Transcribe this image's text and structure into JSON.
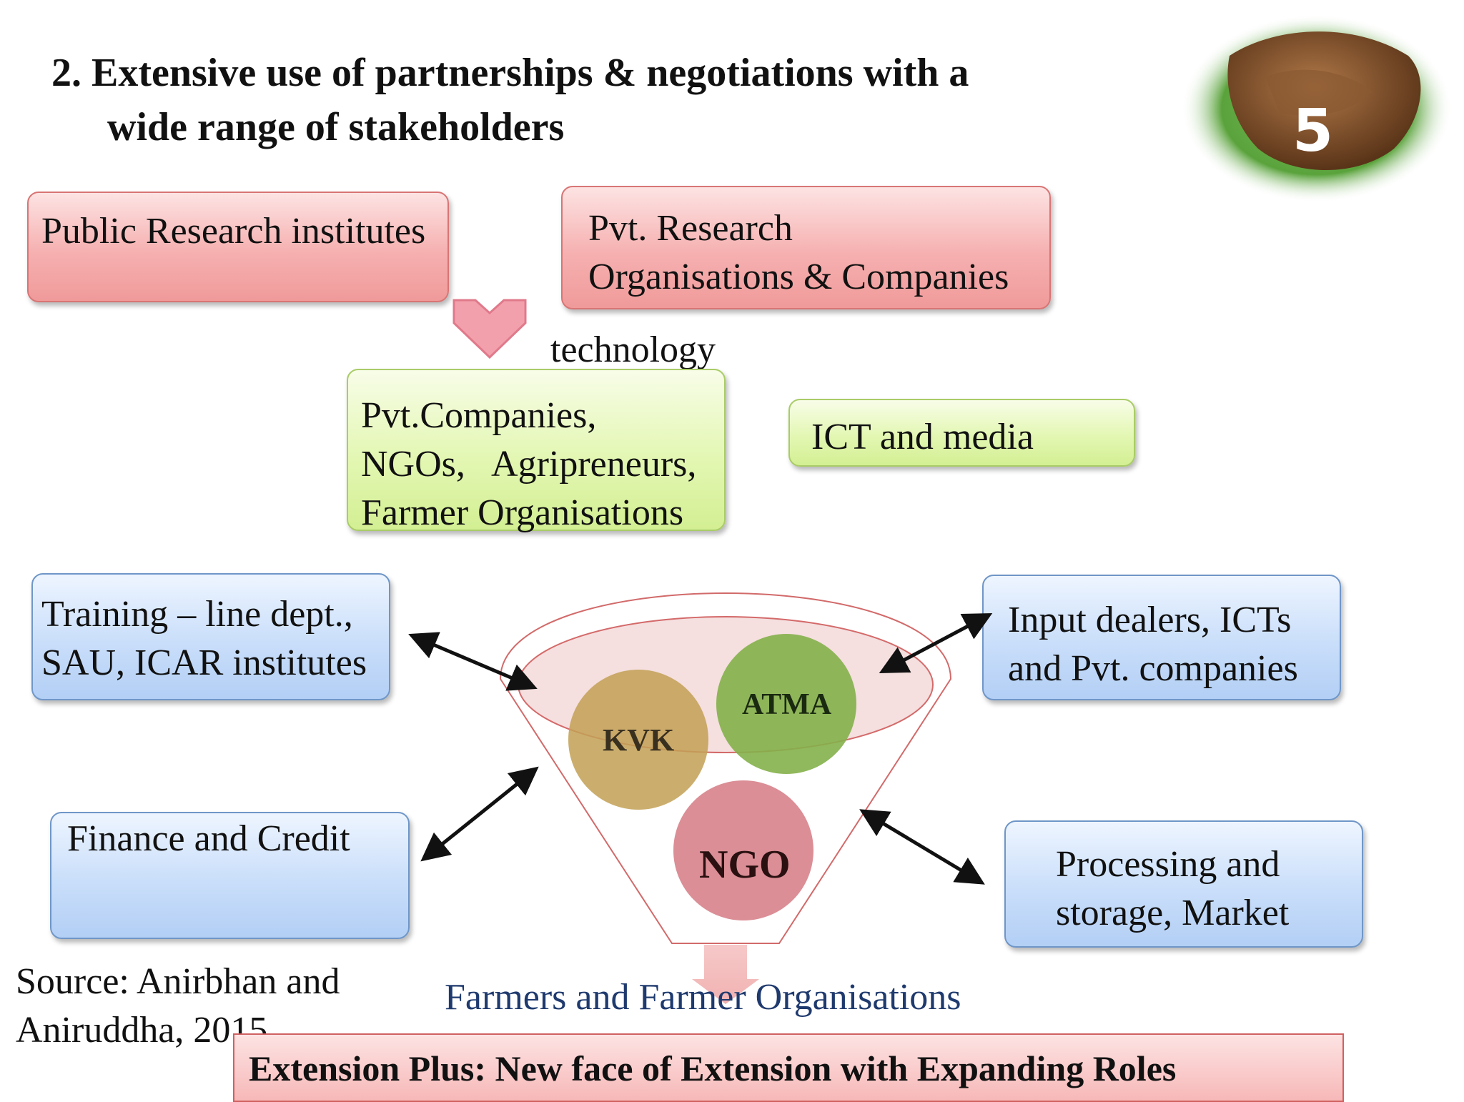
{
  "slide": {
    "title_line1": "2. Extensive use of partnerships & negotiations with a",
    "title_line2": "wide range of stakeholders",
    "slide_number": "5",
    "boxes": {
      "public_research": "Public Research institutes",
      "pvt_research_l1": "Pvt. Research",
      "pvt_research_l2": "Organisations & Companies",
      "technology": "technology",
      "pvt_companies_l1": "Pvt.Companies,",
      "pvt_companies_l2": "NGOs,   Agripreneurs,",
      "pvt_companies_l3": "Farmer Organisations",
      "ict_media": "ICT and media",
      "training_l1": "Training – line dept.,",
      "training_l2": "SAU, ICAR institutes",
      "input_dealers_l1": "Input dealers, ICTs",
      "input_dealers_l2": "and Pvt. companies",
      "finance": "Finance and Credit",
      "processing_l1": "Processing and",
      "processing_l2": "storage, Market"
    },
    "funnel": {
      "kvk": "KVK",
      "atma": "ATMA",
      "ngo": "NGO",
      "output": "Farmers and Farmer Organisations"
    },
    "source_l1": "Source: Anirbhan and",
    "source_l2": "Aniruddha, 2015",
    "footer": "Extension Plus: New face of Extension with Expanding Roles"
  }
}
